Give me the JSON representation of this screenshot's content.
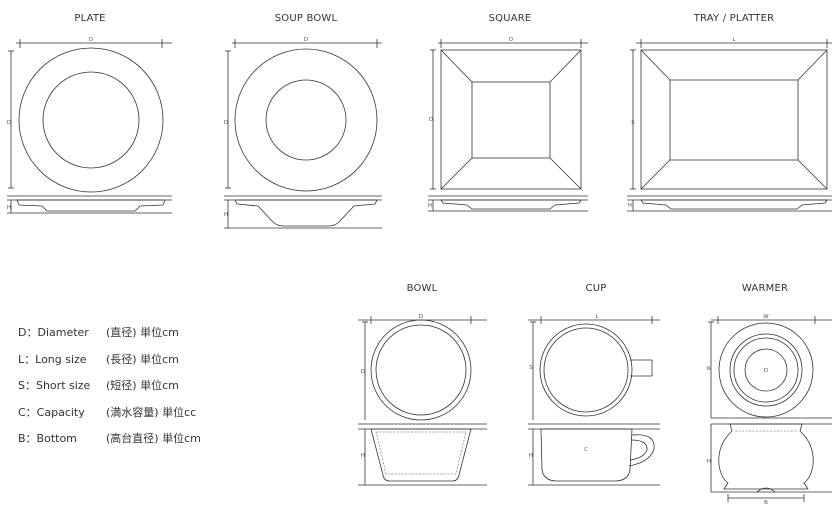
{
  "titles": {
    "plate": "PLATE",
    "soup_bowl": "SOUP BOWL",
    "square": "SQUARE",
    "tray": "TRAY / PLATTER",
    "bowl": "BOWL",
    "cup": "CUP",
    "warmer": "WARMER"
  },
  "dim_labels": {
    "D": "D",
    "H": "H",
    "L": "L",
    "S": "S",
    "C": "C",
    "W": "W",
    "B": "B"
  },
  "legend": [
    {
      "key": "D：Diameter",
      "value": "(直径) 単位cm"
    },
    {
      "key": "L：Long size",
      "value": "(長径) 単位cm"
    },
    {
      "key": "S：Short size",
      "value": "(短径) 単位cm"
    },
    {
      "key": "C：Capacity",
      "value": "(満水容量) 単位cc"
    },
    {
      "key": "B：Bottom",
      "value": "(高台直径) 単位cm"
    }
  ],
  "colors": {
    "line": "#333333",
    "dim_line": "#444444",
    "text": "#333333"
  }
}
